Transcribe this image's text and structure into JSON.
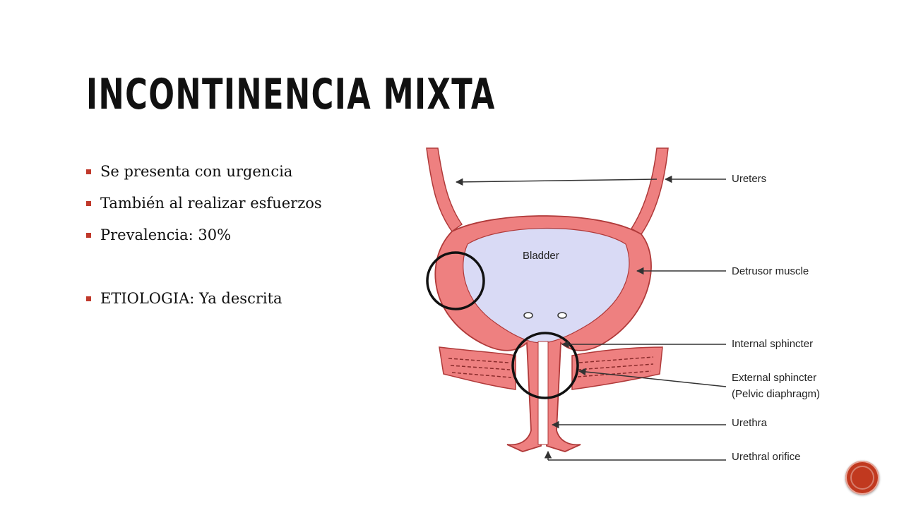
{
  "slide": {
    "title": "Incontinencia Mixta",
    "bullets": [
      "Se presenta con urgencia",
      "También al realizar esfuerzos",
      "Prevalencia: 30%",
      "ETIOLOGIA: Ya descrita"
    ]
  },
  "diagram": {
    "bladder_label": "Bladder",
    "labels": {
      "ureters": "Ureters",
      "detrusor": "Detrusor muscle",
      "internal_sphincter": "Internal sphincter",
      "external_sphincter_line1": "External sphincter",
      "external_sphincter_line2": "(Pelvic diaphragm)",
      "urethra": "Urethra",
      "urethral_orifice": "Urethral orifice"
    },
    "colors": {
      "muscle": "#ee8080",
      "muscle_outline": "#b03a3a",
      "lumen": "#d9daf5",
      "arrow": "#333333",
      "highlight_circle": "#111111"
    }
  },
  "theme": {
    "accent": "#c0392b",
    "nav_button_color": "#c1391f"
  }
}
